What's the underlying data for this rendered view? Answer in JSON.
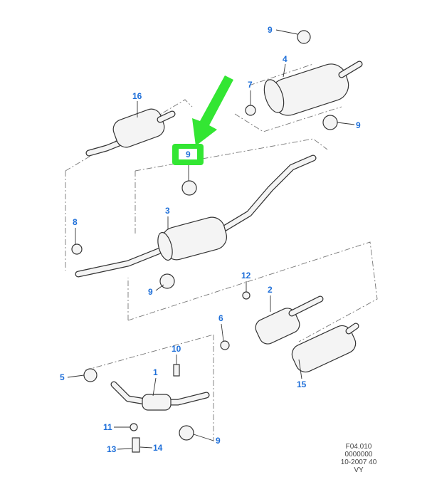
{
  "diagram": {
    "callouts": [
      "9",
      "4",
      "16",
      "7",
      "9",
      "9",
      "3",
      "8",
      "12",
      "2",
      "9",
      "6",
      "10",
      "1",
      "5",
      "15",
      "11",
      "9",
      "13",
      "14"
    ],
    "highlight": {
      "label": "9",
      "color": "#33e633",
      "arrow_color": "#33e633"
    },
    "label_color": "#1e6fd9"
  },
  "reference": {
    "line1": "F04.010",
    "line2": "0000000",
    "line3": "10-2007 40",
    "line4": "VY"
  }
}
